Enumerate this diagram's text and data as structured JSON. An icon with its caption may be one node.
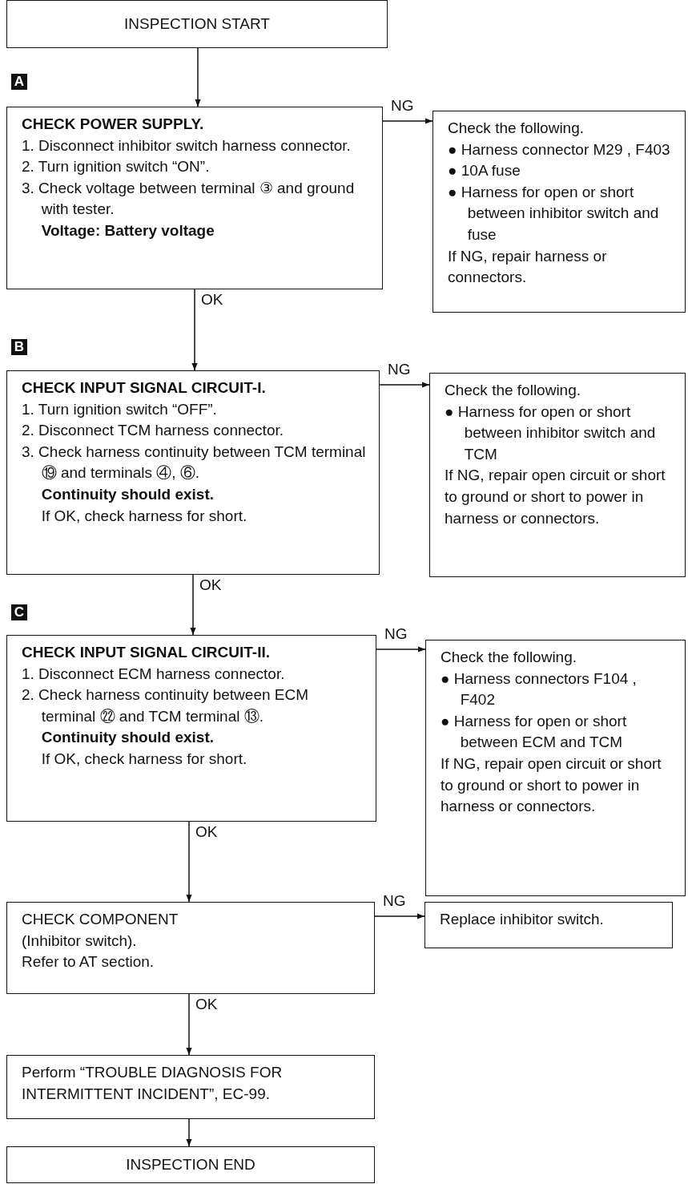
{
  "diagram": {
    "nodes": [
      {
        "text": [
          "INSPECTION START"
        ]
      },
      {
        "text": [
          "**CHECK POWER SUPPLY.**",
          "1. Disconnect inhibitor switch harness connector.",
          "2. Turn ignition switch “ON”.",
          "3. Check voltage between terminal ③ and ground with tester.",
          "**Voltage: Battery voltage**"
        ]
      },
      {
        "text": [
          "Check the following.",
          "● Harness connector M29 , F403",
          "● 10A fuse",
          "● Harness for open or short between inhibitor switch and fuse",
          "If NG, repair harness or connectors."
        ]
      },
      {
        "text": [
          "**CHECK INPUT SIGNAL CIRCUIT-I.**",
          "1. Turn ignition switch “OFF”.",
          "2. Disconnect TCM harness connector.",
          "3. Check harness continuity between TCM terminal ⑲ and terminals ④, ⑥.",
          "**Continuity should exist.**",
          "If OK, check harness for short."
        ]
      },
      {
        "text": [
          "Check the following.",
          "● Harness for open or short between inhibitor switch and TCM",
          "If NG, repair open circuit or short to ground or short to power in harness or connectors."
        ]
      },
      {
        "text": [
          "**CHECK INPUT SIGNAL CIRCUIT-II.**",
          "1. Disconnect ECM harness connector.",
          "2. Check harness continuity between ECM terminal ㉒ and TCM terminal ⑬.",
          "**Continuity should exist.**",
          "If OK, check harness for short."
        ]
      },
      {
        "text": [
          "Check the following.",
          "● Harness connectors F104 , F402",
          "● Harness for open or short between ECM and TCM",
          "If NG, repair open circuit or short to ground or short to power in harness or connectors."
        ]
      },
      {
        "text": [
          "CHECK COMPONENT",
          "(Inhibitor switch).",
          "Refer to AT section."
        ]
      },
      {
        "text": [
          "Replace inhibitor switch."
        ]
      },
      {
        "text": [
          "Perform “TROUBLE DIAGNOSIS FOR INTERMITTENT INCIDENT”, EC-99."
        ]
      },
      {
        "text": [
          "INSPECTION END"
        ]
      }
    ],
    "edges": [
      {
        "from": 0,
        "to": 1,
        "arrow": "to"
      },
      {
        "from": 1,
        "to": 2,
        "arrow": "to",
        "label": "NG"
      },
      {
        "from": 1,
        "to": 3,
        "arrow": "to",
        "label": "OK"
      },
      {
        "from": 3,
        "to": 4,
        "arrow": "to",
        "label": "NG"
      },
      {
        "from": 3,
        "to": 5,
        "arrow": "to",
        "label": "OK"
      },
      {
        "from": 5,
        "to": 6,
        "arrow": "to",
        "label": "NG"
      },
      {
        "from": 5,
        "to": 7,
        "arrow": "to",
        "label": "OK"
      },
      {
        "from": 7,
        "to": 8,
        "arrow": "to",
        "label": "NG"
      },
      {
        "from": 7,
        "to": 9,
        "arrow": "to",
        "label": "OK"
      },
      {
        "from": 9,
        "to": 10,
        "arrow": "to"
      }
    ],
    "labels": [
      "A",
      "B",
      "C"
    ]
  }
}
